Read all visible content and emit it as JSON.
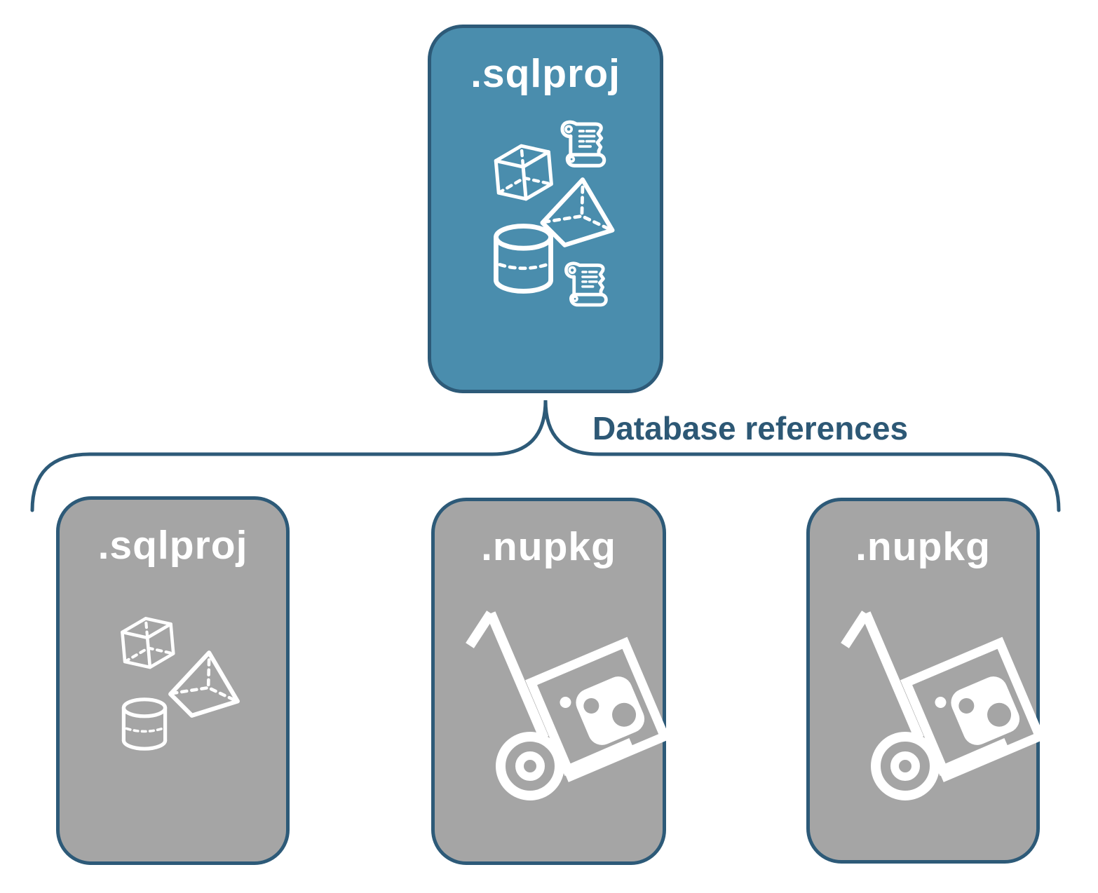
{
  "diagram": {
    "nodes": {
      "root": {
        "label": ".sqlproj",
        "fill": "#4A8DAD",
        "icons": [
          "cube-icon",
          "script-scroll-icon",
          "pyramid-icon",
          "cylinder-icon",
          "script-scroll-icon"
        ]
      },
      "children": [
        {
          "label": ".sqlproj",
          "fill": "#A5A5A5",
          "icons": [
            "cube-icon",
            "pyramid-icon",
            "cylinder-icon"
          ]
        },
        {
          "label": ".nupkg",
          "fill": "#A5A5A5",
          "icons": [
            "package-dolly-icon"
          ]
        },
        {
          "label": ".nupkg",
          "fill": "#A5A5A5",
          "icons": [
            "package-dolly-icon"
          ]
        }
      ]
    },
    "connector": {
      "label": "Database references",
      "shape": "brace",
      "color": "#2D5A78"
    },
    "colors": {
      "background": "#FFFFFF",
      "root_fill": "#4A8DAD",
      "child_fill": "#A5A5A5",
      "border": "#2D5A78",
      "label_text": "#FFFFFF",
      "connector_text": "#2D5875",
      "icon_stroke": "#FFFFFF"
    }
  }
}
